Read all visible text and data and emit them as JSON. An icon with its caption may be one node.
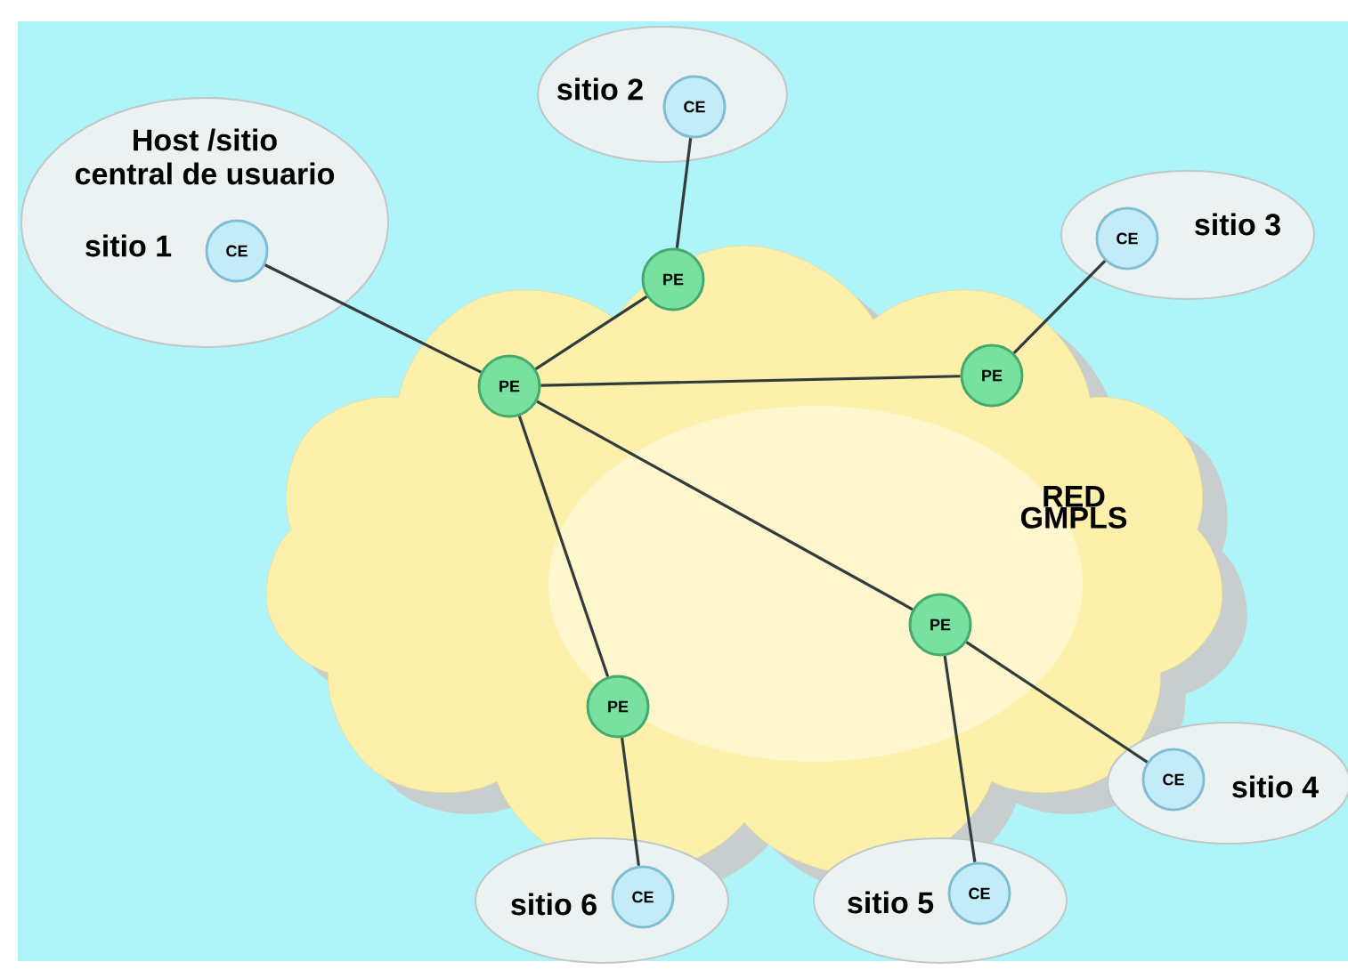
{
  "diagram": {
    "nodes": [
      {
        "text": [
          "Host /sitio central de usuario",
          "sitio 1"
        ]
      },
      {
        "text": [
          "CE"
        ],
        "in": 0
      },
      {
        "text": [
          "sitio 2"
        ]
      },
      {
        "text": [
          "CE"
        ],
        "in": 2
      },
      {
        "text": [
          "sitio 3"
        ]
      },
      {
        "text": [
          "CE"
        ],
        "in": 4
      },
      {
        "text": [
          "RED GMPLS"
        ]
      },
      {
        "text": [
          "PE"
        ],
        "in": 6
      },
      {
        "text": [
          "PE"
        ],
        "in": 6
      },
      {
        "text": [
          "PE"
        ],
        "in": 6
      },
      {
        "text": [
          "PE"
        ],
        "in": 6
      },
      {
        "text": [
          "PE"
        ],
        "in": 6
      },
      {
        "text": [
          "sitio 4"
        ]
      },
      {
        "text": [
          "CE"
        ],
        "in": 12
      },
      {
        "text": [
          "sitio 6"
        ]
      },
      {
        "text": [
          "CE"
        ],
        "in": 14
      },
      {
        "text": [
          "sitio 5"
        ]
      },
      {
        "text": [
          "CE"
        ],
        "in": 16
      }
    ],
    "edges": [
      {
        "from": 1,
        "to": 8,
        "arrow": "none"
      },
      {
        "from": 3,
        "to": 7,
        "arrow": "none"
      },
      {
        "from": 7,
        "to": 8,
        "arrow": "none"
      },
      {
        "from": 5,
        "to": 9,
        "arrow": "none"
      },
      {
        "from": 8,
        "to": 9,
        "arrow": "none"
      },
      {
        "from": 8,
        "to": 10,
        "arrow": "none"
      },
      {
        "from": 8,
        "to": 11,
        "arrow": "none"
      },
      {
        "from": 13,
        "to": 10,
        "arrow": "none"
      },
      {
        "from": 17,
        "to": 10,
        "arrow": "none"
      },
      {
        "from": 15,
        "to": 11,
        "arrow": "none"
      }
    ]
  }
}
